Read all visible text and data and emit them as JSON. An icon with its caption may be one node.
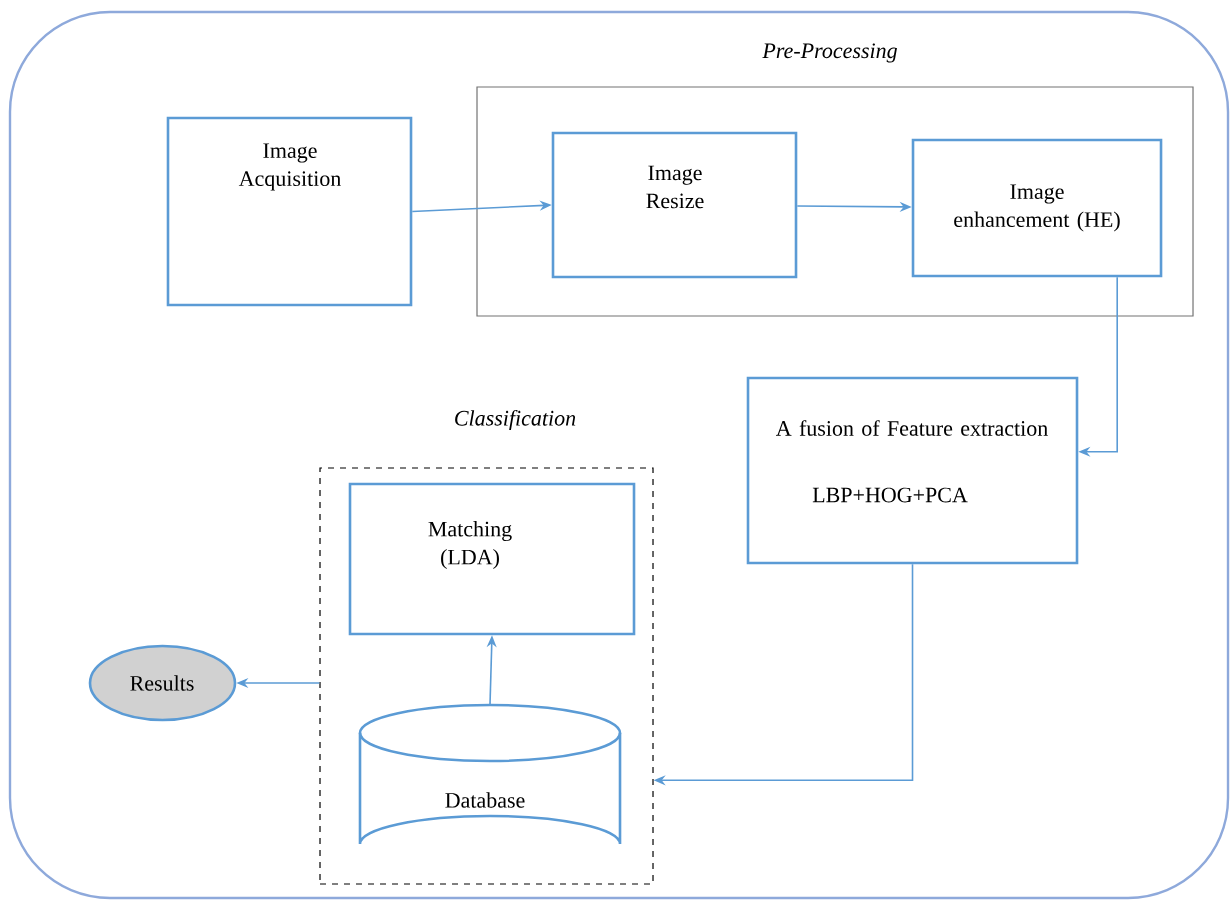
{
  "diagram": {
    "nodes": [
      {
        "text": [
          "Image Acquisition"
        ]
      },
      {
        "text": [
          "Pre-Processing"
        ]
      },
      {
        "text": [
          "Image Resize"
        ],
        "in": 1
      },
      {
        "text": [
          "Image enhancement (HE)"
        ],
        "in": 1
      },
      {
        "text": [
          "A fusion of Feature extraction",
          "LBP+HOG+PCA"
        ]
      },
      {
        "text": [
          "Classification"
        ]
      },
      {
        "text": [
          "Matching (LDA)"
        ],
        "in": 5
      },
      {
        "text": [
          "Database"
        ],
        "in": 5
      },
      {
        "text": [
          "Results"
        ]
      }
    ],
    "edges": [
      {
        "from": 0,
        "to": 2,
        "arrow": "to"
      },
      {
        "from": 2,
        "to": 3,
        "arrow": "to"
      },
      {
        "from": 3,
        "to": 4,
        "arrow": "to"
      },
      {
        "from": 4,
        "to": 5,
        "arrow": "to"
      },
      {
        "from": 7,
        "to": 6,
        "arrow": "to"
      },
      {
        "from": 5,
        "to": 8,
        "arrow": "to"
      }
    ]
  }
}
